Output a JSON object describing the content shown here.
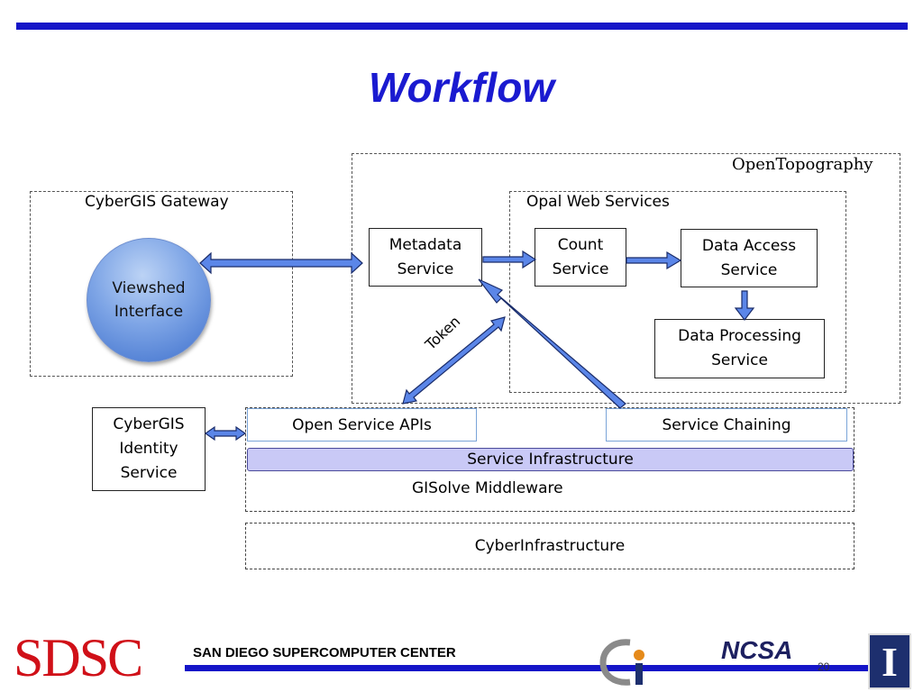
{
  "slide": {
    "title": "Workflow",
    "page_number": "20"
  },
  "diagram": {
    "open_topography": "OpenTopography",
    "cybergis_gateway": "CyberGIS Gateway",
    "viewshed_interface": "Viewshed\nInterface",
    "opal_web_services": "Opal Web Services",
    "metadata_service": "Metadata\nService",
    "count_service": "Count\nService",
    "data_access_service": "Data Access\nService",
    "data_processing_service": "Data Processing\nService",
    "token": "Token",
    "cybergis_identity_service": "CyberGIS\nIdentity\nService",
    "open_service_apis": "Open Service APIs",
    "service_chaining": "Service Chaining",
    "service_infrastructure": "Service Infrastructure",
    "gisolve_middleware": "GISolve Middleware",
    "cyberinfrastructure": "CyberInfrastructure"
  },
  "footer": {
    "sdsc_logo": "SDSC",
    "sdsc_name": "SAN DIEGO SUPERCOMPUTER CENTER",
    "ncsa_logo": "NCSA",
    "illinois_logo": "I",
    "ci_logo": "ci"
  },
  "colors": {
    "accent_blue": "#1515c8",
    "arrow_fill": "#5b86e8",
    "infra_fill": "#c9c9f6",
    "sdsc_red": "#d01018"
  }
}
